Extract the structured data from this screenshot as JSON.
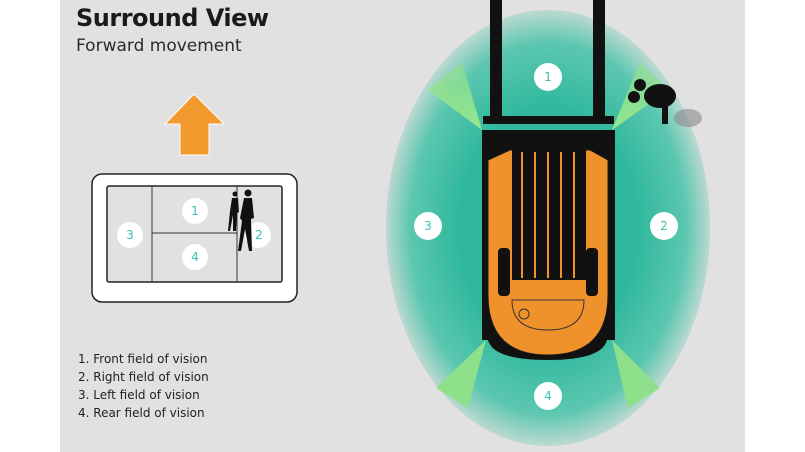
{
  "title": "Surround View",
  "subtitle": "Forward movement",
  "direction_icon": "arrow-up-icon",
  "monitor": {
    "zones": [
      "1",
      "2",
      "3",
      "4"
    ]
  },
  "diagram": {
    "zones": [
      "1",
      "2",
      "3",
      "4"
    ]
  },
  "legend": [
    "1.  Front field of vision",
    "2.  Right field of vision",
    "3.  Left field of vision",
    "4.  Rear field of vision"
  ],
  "colors": {
    "arrow": "#f39a2e",
    "truck": "#f0922c",
    "field": "#3dbfa6",
    "camera_cone": "#8fe08a",
    "background": "#e1e1e1"
  }
}
